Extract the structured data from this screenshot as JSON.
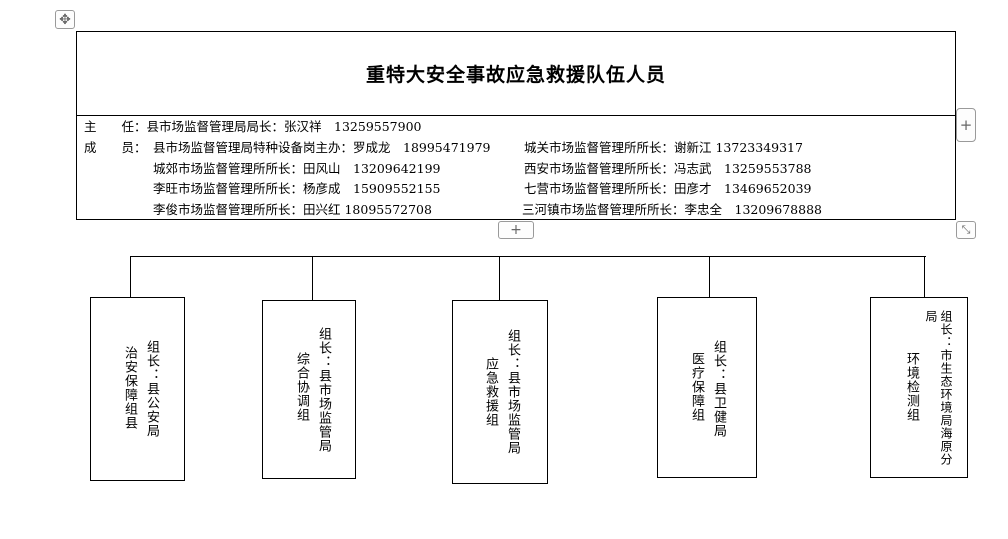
{
  "handles": {
    "move": "✥",
    "add_column": "+",
    "add_row": "+",
    "resize": "⤡"
  },
  "title": "重特大安全事故应急救援队伍人员",
  "director": {
    "label": "主　　任：",
    "text": "县市场监督管理局局长：张汉祥　13259557900"
  },
  "members": {
    "label": "成　　员：",
    "row1_left": "县市场监督管理局特种设备岗主办：罗成龙　18995471979",
    "row1_right": "城关市场监督管理所所长：谢新江 13723349317",
    "row2_left": "城郊市场监督管理所所长：田风山　13209642199",
    "row2_right": "西安市场监督管理所所长：冯志武　13259553788",
    "row3_left": "李旺市场监督管理所所长：杨彦成　15909552155",
    "row3_right": "七营市场监督管理所所长：田彦才　13469652039",
    "row4_left": "李俊市场监督管理所所长：田兴红 18095572708",
    "row4_right": "三河镇市场监督管理所所长：李忠全　13209678888"
  },
  "groups": [
    {
      "leader": "组长：县公安局",
      "name": "治安保障组县"
    },
    {
      "leader": "组长：县市场监管局",
      "name": "综合协调组"
    },
    {
      "leader": "组长：县市场监管局",
      "name": "应急救援组"
    },
    {
      "leader": "组长：县卫健局",
      "name": "医疗保障组"
    },
    {
      "leader": "组长：市生态环境局海原分局",
      "name": "环境检测组"
    }
  ]
}
